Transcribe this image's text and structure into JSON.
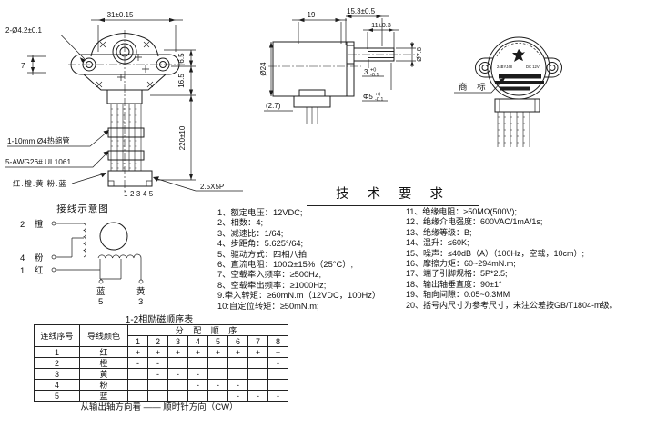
{
  "colors": {
    "line": "#1c1c1c",
    "background": "#ffffff"
  },
  "front_view": {
    "dim_width_top": "31±0.15",
    "dim_holes": "2-Ø4.2±0.1",
    "dim_offset": "7",
    "dim_ear": "6.5",
    "dim_body": "16.5",
    "dim_wire_length": "220±10",
    "label_heatshrink": "1-10mm Ø4热缩管",
    "label_wire_spec": "5-AWG26# UL1061",
    "label_wire_colors": "红.橙.黄.粉.蓝",
    "label_connector": "2.5X5P",
    "label_pins": "12345"
  },
  "side_view": {
    "dim_body_len": "19",
    "dim_shaft_len": "15.3±0.5",
    "dim_flat_len": "11±0.3",
    "dim_body_dia": "Ø24",
    "dim_boss_dia": "Ø7.8",
    "dim_flat": "3",
    "dim_flat_tol_up": "+0",
    "dim_flat_tol_dn": "-0.1",
    "dim_shaft_dia": "Φ5",
    "dim_shaft_tol_up": "+0",
    "dim_shaft_tol_dn": "-0.1",
    "dim_ref": "(2.7)"
  },
  "rear_view": {
    "callout": "商 标",
    "label_model": "24BYJ48",
    "label_voltage": "DC 12V"
  },
  "tech": {
    "title": "技 术 要 求",
    "items_left": [
      "1、额定电压：12VDC;",
      "2、相数：4;",
      "3、减速比：1/64;",
      "4、步距角：5.625°/64;",
      "5、驱动方式：四相八拍;",
      "6、直流电阻：100Ω±15%（25°C）;",
      "7、空载牵入频率：≥500Hz;",
      "8、空载牵出频率：≥1000Hz;",
      "9.牵入转矩：≥60mN.m（12VDC，100Hz）",
      "10:自定位转矩：≥50mN.m;"
    ],
    "items_right": [
      "11、绝缘电阻：≥50MΩ(500V);",
      "12、绝缘介电强度：600VAC/1mA/1s;",
      "13、绝缘等级：B;",
      "14、温升：≤60K;",
      "15、噪声：≤40dB（A）（100Hz，空载，10cm）;",
      "16、摩擦力矩：60~294mN.m;",
      "17、端子引脚规格：5P*2.5;",
      "18、输出轴垂直度：90±1°",
      "19、轴向间隙：0.05~0.3MM",
      "20、括号内尺寸为参考尺寸，未注公差按GB/T1804-m级。"
    ]
  },
  "wiring": {
    "title": "接线示意图",
    "t2": "2 橙",
    "t4": "4 粉",
    "t1": "1 红",
    "t5_color": "蓝",
    "t5_num": "5",
    "t3_color": "黄",
    "t3_num": "3"
  },
  "seq_table": {
    "title": "1-2相励磁顺序表",
    "col_wire_no": "连线序号",
    "col_wire_color": "导线颜色",
    "col_sequence": "分 配 顺 序",
    "steps": [
      "1",
      "2",
      "3",
      "4",
      "5",
      "6",
      "7",
      "8"
    ],
    "rows": [
      {
        "no": "1",
        "color": "红",
        "c": [
          "+",
          "+",
          "+",
          "+",
          "+",
          "+",
          "+",
          "+"
        ]
      },
      {
        "no": "2",
        "color": "橙",
        "c": [
          "-",
          "-",
          "",
          "",
          "",
          "",
          "",
          "-"
        ]
      },
      {
        "no": "3",
        "color": "黄",
        "c": [
          "",
          "-",
          "-",
          "-",
          "",
          "",
          "",
          ""
        ]
      },
      {
        "no": "4",
        "color": "粉",
        "c": [
          "",
          "",
          "",
          "-",
          "-",
          "-",
          "",
          ""
        ]
      },
      {
        "no": "5",
        "color": "蓝",
        "c": [
          "",
          "",
          "",
          "",
          "",
          "-",
          "-",
          "-"
        ]
      }
    ],
    "footer": "从输出轴方向看  ——  顺时针方向（CW）"
  }
}
